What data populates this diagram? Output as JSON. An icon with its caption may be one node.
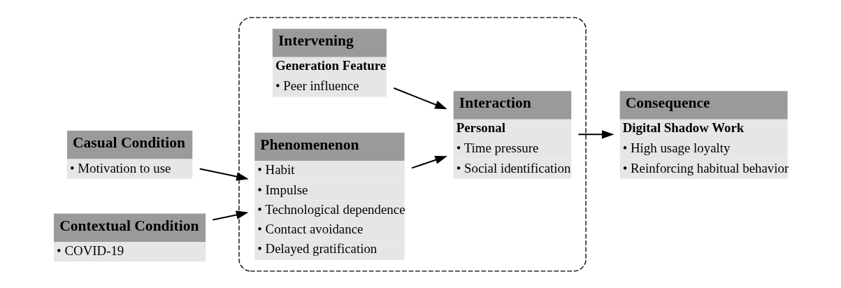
{
  "diagram": {
    "nodes": [
      {
        "text": [
          "Casual Condition",
          "• Motivation to use"
        ]
      },
      {
        "text": [
          "Contextual Condition",
          "• COVID-19"
        ]
      },
      {
        "text": [],
        "shape": "box"
      },
      {
        "text": [
          "Intervening",
          "Generation Feature",
          "• Peer influence"
        ],
        "in": 2
      },
      {
        "text": [
          "Phenomenenon",
          "• Habit",
          "• Impulse",
          "• Technological dependence",
          "• Contact avoidance",
          "• Delayed gratification"
        ],
        "in": 2
      },
      {
        "text": [
          "Interaction",
          "Personal",
          "• Time pressure",
          "• Social identification"
        ],
        "in": 2
      },
      {
        "text": [
          "Consequence",
          "Digital Shadow Work",
          "• High usage loyalty",
          "• Reinforcing habitual behavior"
        ]
      }
    ],
    "edges": [
      {
        "from": 0,
        "to": 4,
        "arrow": "to"
      },
      {
        "from": 1,
        "to": 4,
        "arrow": "to"
      },
      {
        "from": 4,
        "to": 5,
        "arrow": "to"
      },
      {
        "from": 3,
        "to": 5,
        "arrow": "to"
      },
      {
        "from": 5,
        "to": 6,
        "arrow": "to"
      }
    ]
  }
}
